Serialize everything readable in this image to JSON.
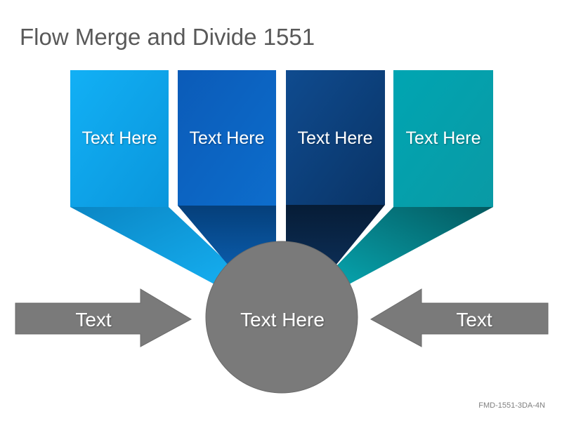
{
  "title": "Flow Merge and Divide 1551",
  "boxes": [
    {
      "label": "Text Here",
      "color": "#0ea5ef"
    },
    {
      "label": "Text Here",
      "color": "#0b63c0"
    },
    {
      "label": "Text Here",
      "color": "#0d3f7c"
    },
    {
      "label": "Text Here",
      "color": "#00a6b0"
    }
  ],
  "circle": {
    "label": "Text Here",
    "color": "#7a7a7a"
  },
  "arrows": {
    "left_label": "Text",
    "right_label": "Text",
    "color": "#7a7a7a"
  },
  "footer": "FMD-1551-3DA-4N"
}
